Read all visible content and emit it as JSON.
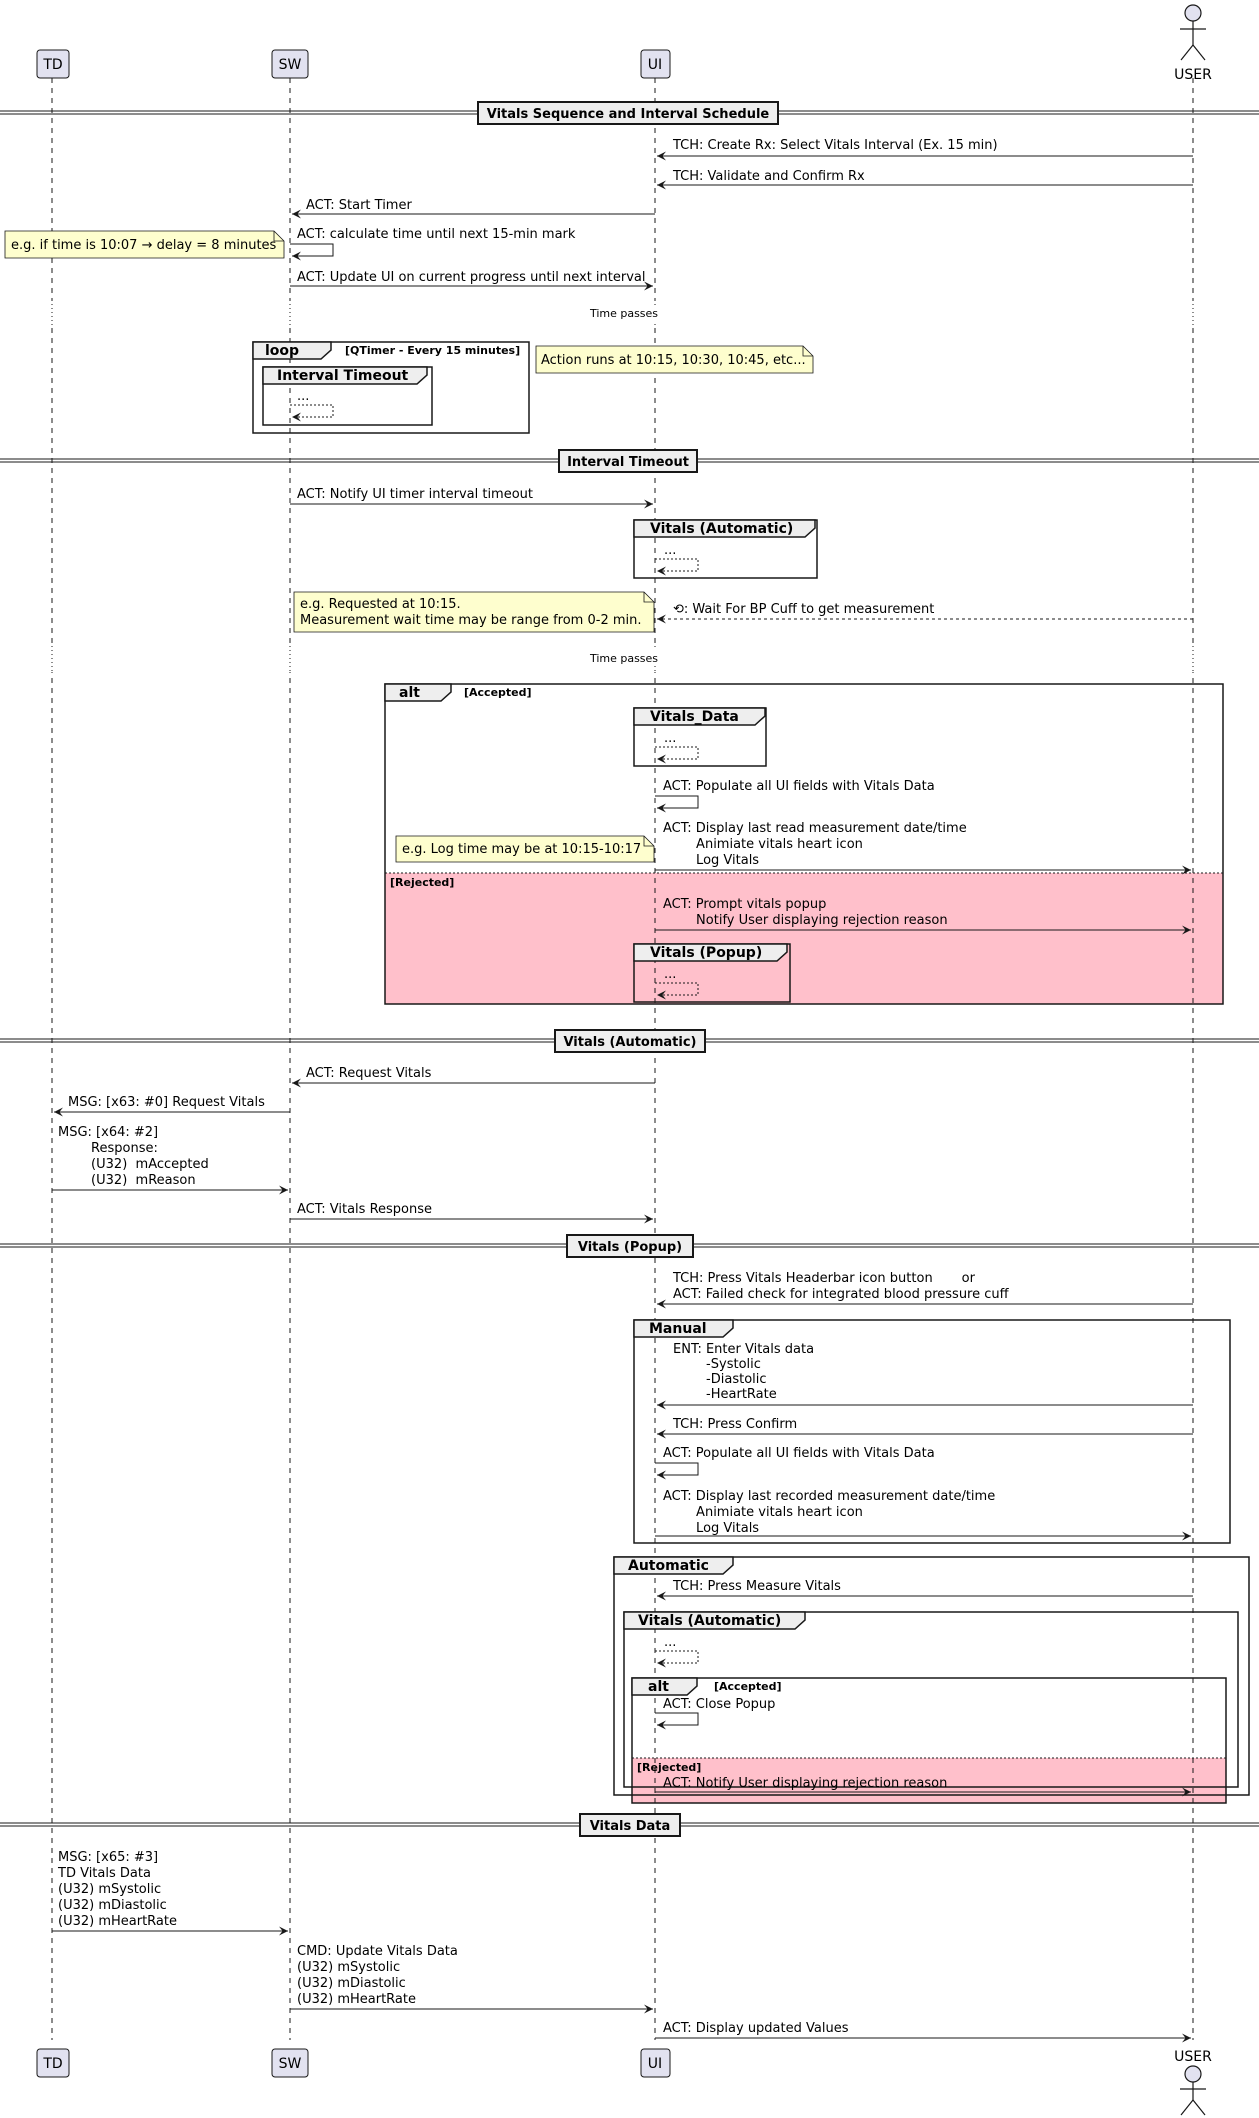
{
  "participants": {
    "td": "TD",
    "sw": "SW",
    "ui": "UI",
    "user": "USER"
  },
  "dividers": {
    "d1": "Vitals Sequence and Interval Schedule",
    "d2": "Interval Timeout",
    "d3": "Vitals (Automatic)",
    "d4": "Vitals (Popup)",
    "d5": "Vitals Data"
  },
  "messages": {
    "m1": "TCH: Create Rx: Select Vitals Interval (Ex. 15 min)",
    "m2": "TCH: Validate and Confirm Rx",
    "m3": "ACT: Start Timer",
    "m4": "ACT: calculate time until next 15-min mark",
    "m5": "ACT: Update UI on current progress until next interval",
    "m6_ellipsis": "...",
    "m7": "ACT: Notify UI timer interval timeout",
    "m8_ellipsis": "...",
    "m9": "⟲: Wait For BP Cuff to get measurement",
    "m10_ellipsis": "...",
    "m11": "ACT: Populate all UI fields with Vitals Data",
    "m12": [
      "ACT: Display last read measurement date/time",
      "        Animiate vitals heart icon",
      "        Log Vitals"
    ],
    "m13": [
      "ACT: Prompt vitals popup",
      "        Notify User displaying rejection reason"
    ],
    "m14_ellipsis": "...",
    "m15": "ACT: Request Vitals",
    "m16": "MSG: [x63: #0] Request Vitals",
    "m17": [
      "MSG: [x64: #2]",
      "        Response:",
      "        (U32)  mAccepted",
      "        (U32)  mReason"
    ],
    "m18": "ACT: Vitals Response",
    "m19": [
      "TCH: Press Vitals Headerbar icon button       or",
      "ACT: Failed check for integrated blood pressure cuff"
    ],
    "m20": [
      "ENT: Enter Vitals data",
      "        -Systolic",
      "        -Diastolic",
      "        -HeartRate"
    ],
    "m21": "TCH: Press Confirm",
    "m22": "ACT: Populate all UI fields with Vitals Data",
    "m23": [
      "ACT: Display last recorded measurement date/time",
      "        Animiate vitals heart icon",
      "        Log Vitals"
    ],
    "m24": "TCH: Press Measure Vitals",
    "m25_ellipsis": "...",
    "m26": "ACT: Close Popup",
    "m27": "ACT: Notify User displaying rejection reason",
    "m28": [
      "MSG: [x65: #3]",
      "TD Vitals Data",
      "(U32) mSystolic",
      "(U32) mDiastolic",
      "(U32) mHeartRate"
    ],
    "m29": [
      "CMD: Update Vitals Data",
      "(U32) mSystolic",
      "(U32) mDiastolic",
      "(U32) mHeartRate"
    ],
    "m30": "ACT: Display updated Values"
  },
  "delays": {
    "t1": "Time passes",
    "t2": "Time passes"
  },
  "notes": {
    "n1": "e.g. if time is 10:07 → delay = 8 minutes",
    "n2": "Action runs at 10:15, 10:30, 10:45, etc...",
    "n3": [
      "e.g. Requested at 10:15.",
      "Measurement wait time may be range from 0-2 min."
    ],
    "n4": "e.g. Log time may be at 10:15-10:17"
  },
  "frames": {
    "loop": {
      "kind": "loop",
      "guard": "[QTimer - Every 15 minutes]"
    },
    "interval_timeout": "Interval Timeout",
    "vitals_auto_ref": "Vitals (Automatic)",
    "alt1": {
      "kind": "alt",
      "guard": "[Accepted]",
      "else_guard": "[Rejected]"
    },
    "vitals_data_ref": "Vitals_Data",
    "vitals_popup_ref": "Vitals (Popup)",
    "manual": "Manual",
    "automatic": "Automatic",
    "vitals_auto_ref2": "Vitals (Automatic)",
    "alt2": {
      "kind": "alt",
      "guard": "[Accepted]",
      "else_guard": "[Rejected]"
    }
  },
  "colors": {
    "participant_fill": "#e2e2f0",
    "participant_stroke": "#181818",
    "note_fill": "#fefece",
    "rejected_fill": "#ffc0cb",
    "line": "#181818"
  }
}
